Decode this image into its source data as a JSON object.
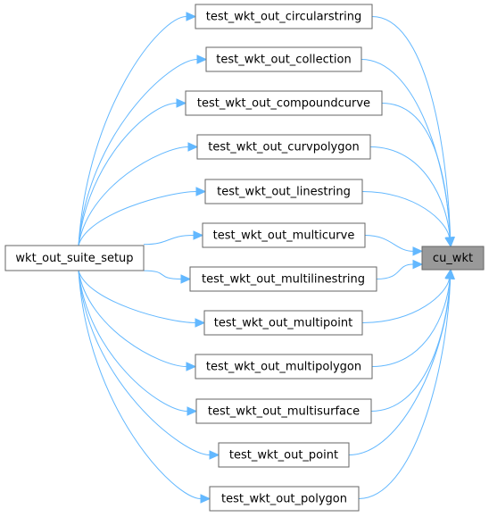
{
  "graph": {
    "source_node": {
      "label": "wkt_out_suite_setup"
    },
    "target_node": {
      "label": "cu_wkt"
    },
    "middle_nodes": [
      {
        "label": "test_wkt_out_circularstring"
      },
      {
        "label": "test_wkt_out_collection"
      },
      {
        "label": "test_wkt_out_compoundcurve"
      },
      {
        "label": "test_wkt_out_curvpolygon"
      },
      {
        "label": "test_wkt_out_linestring"
      },
      {
        "label": "test_wkt_out_multicurve"
      },
      {
        "label": "test_wkt_out_multilinestring"
      },
      {
        "label": "test_wkt_out_multipoint"
      },
      {
        "label": "test_wkt_out_multipolygon"
      },
      {
        "label": "test_wkt_out_multisurface"
      },
      {
        "label": "test_wkt_out_point"
      },
      {
        "label": "test_wkt_out_polygon"
      }
    ],
    "colors": {
      "edge": "#63b8ff",
      "node_border": "#666666",
      "focus_fill": "#999999",
      "node_fill": "#ffffff"
    }
  }
}
